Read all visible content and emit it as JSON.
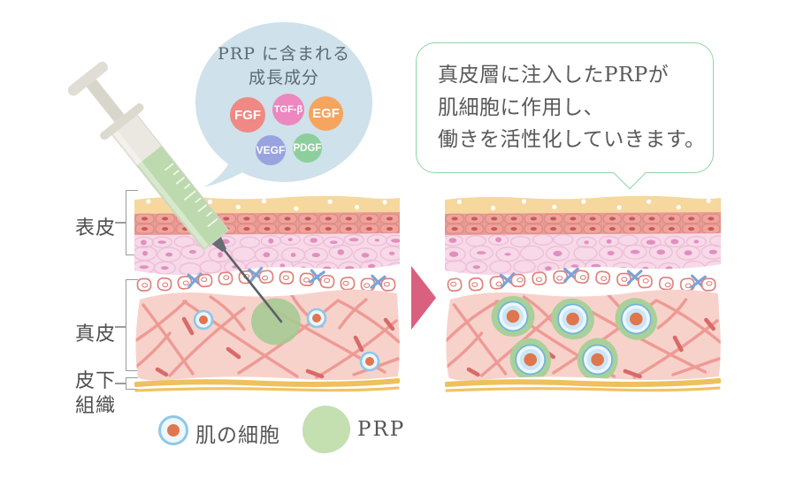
{
  "bubble": {
    "title_line1": "PRP に含まれる",
    "title_line2": "成長成分",
    "bg_color": "#cfe1ea",
    "factors": [
      {
        "label": "FGF",
        "color": "#f08884"
      },
      {
        "label": "TGF-β",
        "color": "#ec87c0"
      },
      {
        "label": "EGF",
        "color": "#f5a55e"
      },
      {
        "label": "VEGF",
        "color": "#98a3e0"
      },
      {
        "label": "PDGF",
        "color": "#8ccf9c"
      }
    ]
  },
  "callout": {
    "line1": "真皮層に注入したPRPが",
    "line2": "肌細胞に作用し、",
    "line3": "働きを活性化していきます。",
    "border_color": "#8fd3a4"
  },
  "skin_labels": {
    "epidermis": "表皮",
    "dermis": "真皮",
    "subcutaneous_line1": "皮下",
    "subcutaneous_line2": "組織"
  },
  "legend": {
    "cell_label": "肌の細胞",
    "prp_label": "PRP",
    "cell_ring_color": "#8ec7e9",
    "cell_core_color": "#e0764e",
    "prp_color": "#c4dfb0"
  },
  "arrow_color": "#d9607f",
  "skin_palette": {
    "stratum_corneum": "#f6d79e",
    "epidermis_red_layer": "#e99b95",
    "epidermis_pink_layer": "#f7d9e8",
    "basal_cell_outline": "#df837e",
    "basal_star_blue": "#7ba3d7",
    "dermis": "#f7d2cb",
    "collagen_fiber": "#ee9a94",
    "subcutaneous_yellow": "#eec05e",
    "prp_blob_green": "#a5ca92",
    "syringe_green": "#bdd9ae"
  }
}
